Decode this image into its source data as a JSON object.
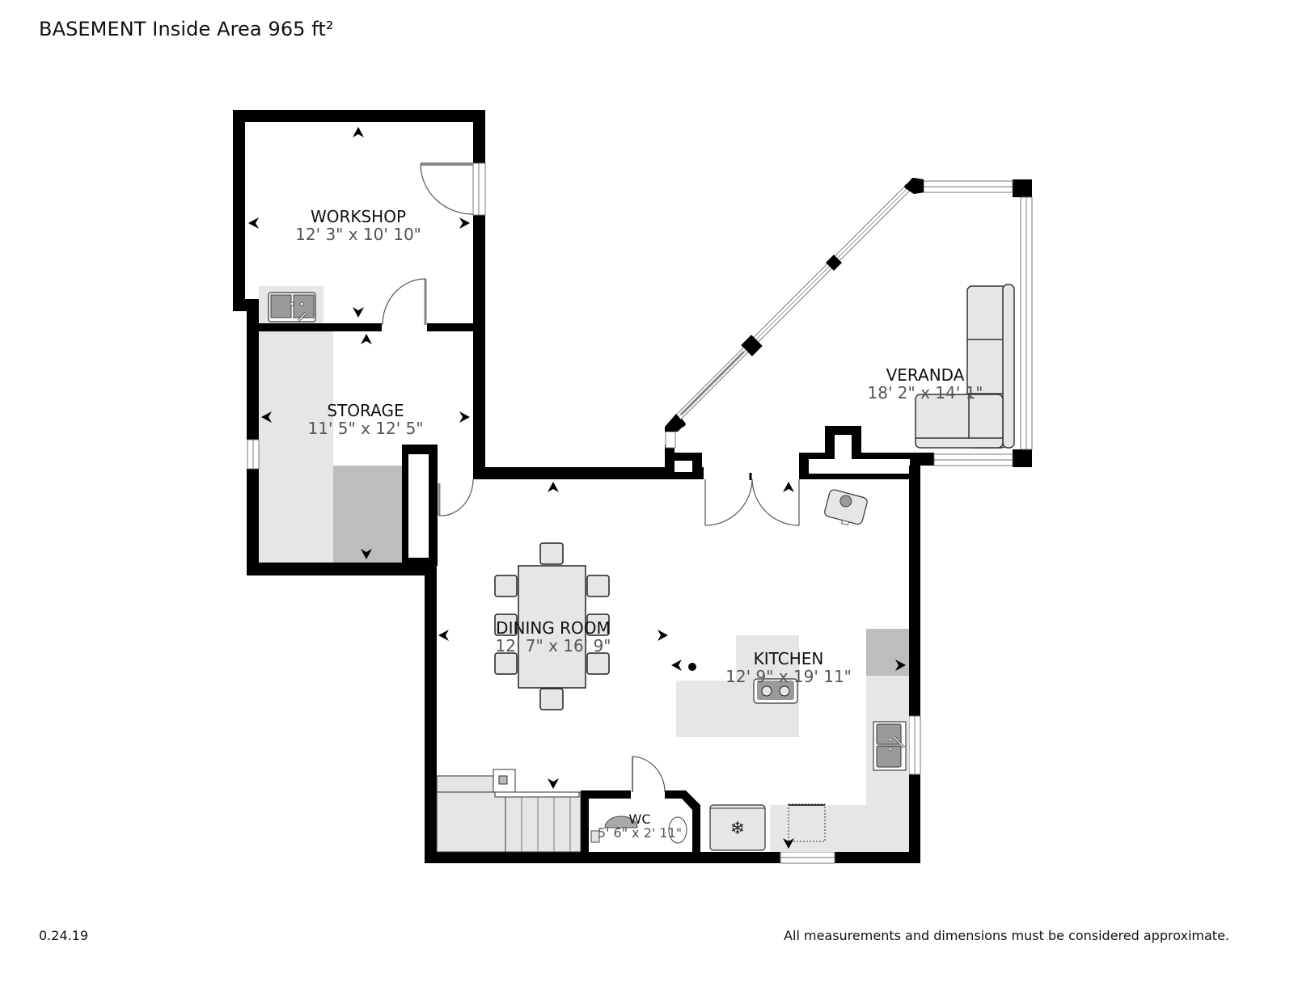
{
  "header": {
    "title": "BASEMENT Inside Area 965 ft²",
    "level": "BASEMENT",
    "inside_area": "965 ft²"
  },
  "rooms": [
    {
      "name": "WORKSHOP",
      "dimensions": "12' 3\" x 10' 10\""
    },
    {
      "name": "STORAGE",
      "dimensions": "11' 5\" x 12' 5\""
    },
    {
      "name": "VERANDA",
      "dimensions": "18' 2\" x 14' 1\""
    },
    {
      "name": "DINING ROOM",
      "dimensions": "12' 7\" x 16' 9\""
    },
    {
      "name": "KITCHEN",
      "dimensions": "12' 9\" x 19' 11\""
    },
    {
      "name": "WC",
      "dimensions": "5' 6\" x 2' 11\""
    }
  ],
  "fixtures": [
    "double-sink-workshop",
    "dining-table",
    "dining-chair",
    "sectional-sofa",
    "kitchen-island",
    "cooktop",
    "kitchen-sink",
    "refrigerator",
    "dishwasher",
    "toilet",
    "washbasin",
    "staircase",
    "boiler",
    "camera-position"
  ],
  "colors": {
    "wall": "#000000",
    "fixture_fill": "#e6e6e6",
    "fixture_dark": "#bdbdbd",
    "dimension_text": "#555555",
    "background": "#ffffff"
  },
  "footer": {
    "version": "0.24.19",
    "disclaimer": "All measurements and dimensions must be considered approximate."
  }
}
